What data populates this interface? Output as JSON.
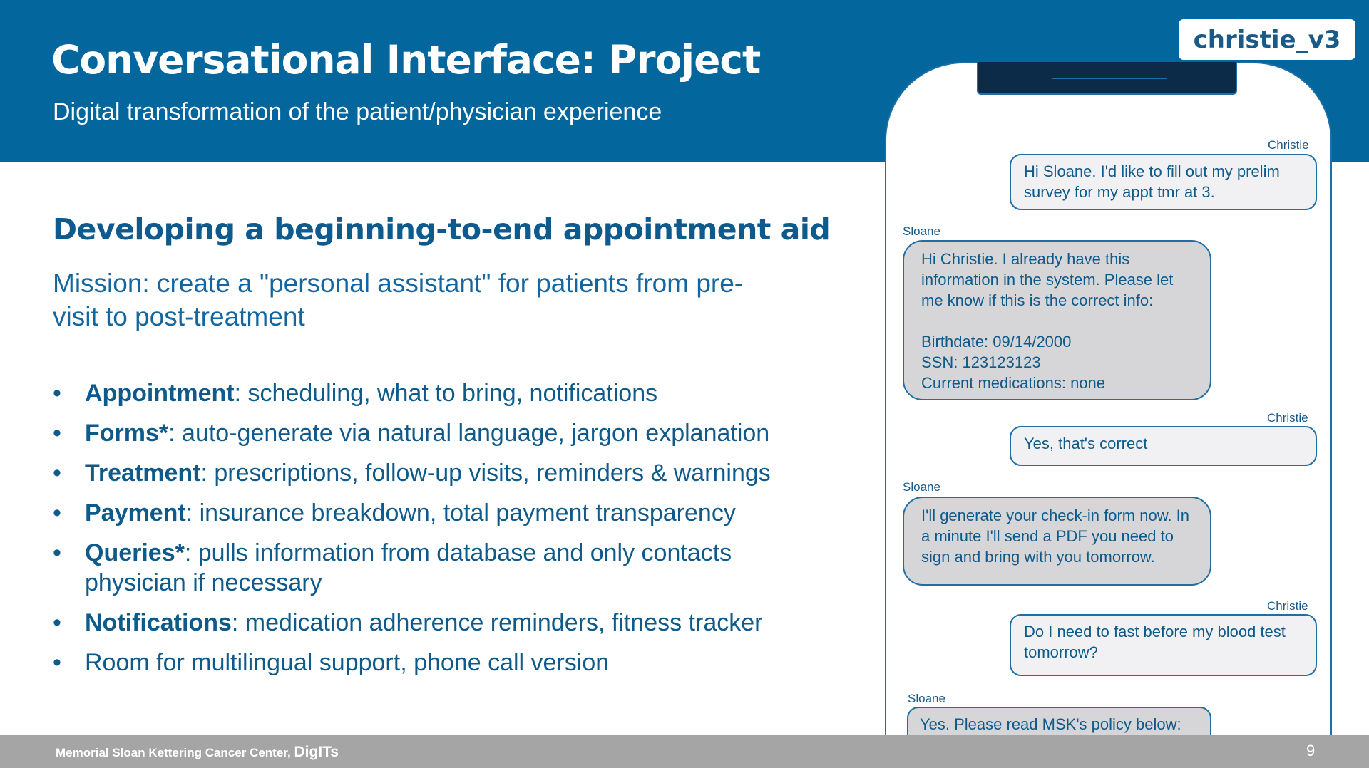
{
  "header": {
    "title": "Conversational Interface: Project",
    "subtitle": "Digital transformation of the patient/physician experience",
    "version_tag": "christie_v3"
  },
  "content": {
    "heading": "Developing a beginning-to-end appointment aid",
    "mission": "Mission: create a \"personal assistant\" for patients from pre-visit to post-treatment",
    "bullets": [
      {
        "label": "Appointment",
        "text": ": scheduling, what to bring, notifications"
      },
      {
        "label": "Forms*",
        "text": ": auto-generate via natural language, jargon explanation"
      },
      {
        "label": "Treatment",
        "text": ": prescriptions, follow-up visits, reminders & warnings"
      },
      {
        "label": "Payment",
        "text": ": insurance breakdown, total payment transparency"
      },
      {
        "label": "Queries*",
        "text": ": pulls information from database and only contacts physician if necessary"
      },
      {
        "label": "Notifications",
        "text": ": medication adherence reminders, fitness tracker"
      },
      {
        "label": "",
        "text": "Room for multilingual support, phone call version"
      }
    ]
  },
  "chat": {
    "messages": [
      {
        "sender": "Christie",
        "text": "Hi Sloane. I'd like to fill out my prelim survey for my appt tmr at 3."
      },
      {
        "sender": "Sloane",
        "text": "Hi Christie. I already have this information in the system. Please let me know if this is the correct info:\n\nBirthdate: 09/14/2000\nSSN: 123123123\nCurrent medications: none"
      },
      {
        "sender": "Christie",
        "text": "Yes, that's correct"
      },
      {
        "sender": "Sloane",
        "text": "I'll generate your check-in form now. In a minute I'll send a PDF you need to sign and bring with you tomorrow."
      },
      {
        "sender": "Christie",
        "text": "Do I need to fast before my blood test tomorrow?"
      },
      {
        "sender": "Sloane",
        "text": "Yes. Please read MSK's policy below:"
      }
    ]
  },
  "footer": {
    "org": "Memorial Sloan Kettering Cancer Center,",
    "team": "DigITs",
    "page_number": "9"
  }
}
